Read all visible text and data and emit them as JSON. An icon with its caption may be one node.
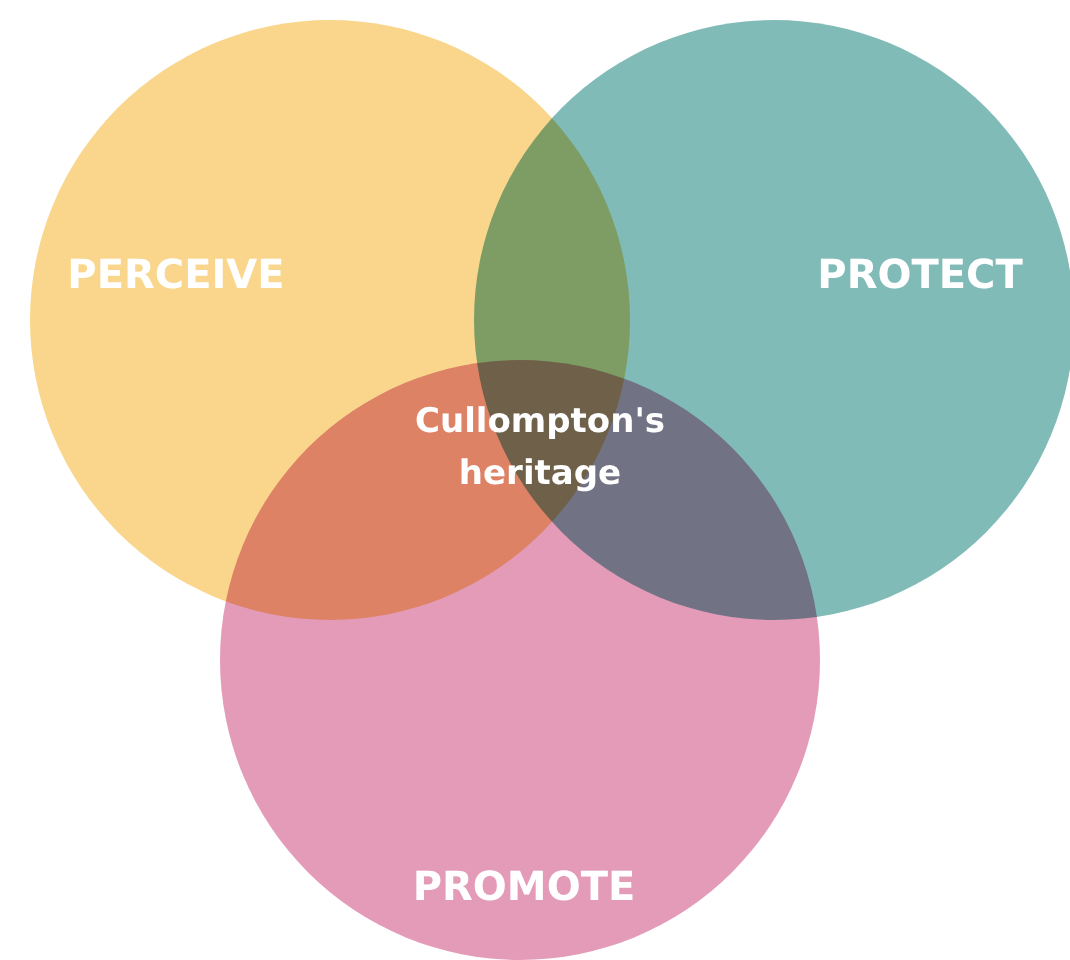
{
  "diagram": {
    "nodes": [
      {
        "text": [
          "PERCEIVE"
        ]
      },
      {
        "text": [
          "PROTECT"
        ]
      },
      {
        "text": [
          "PROMOTE"
        ]
      }
    ],
    "labels": [
      "Cullompton's heritage"
    ]
  }
}
